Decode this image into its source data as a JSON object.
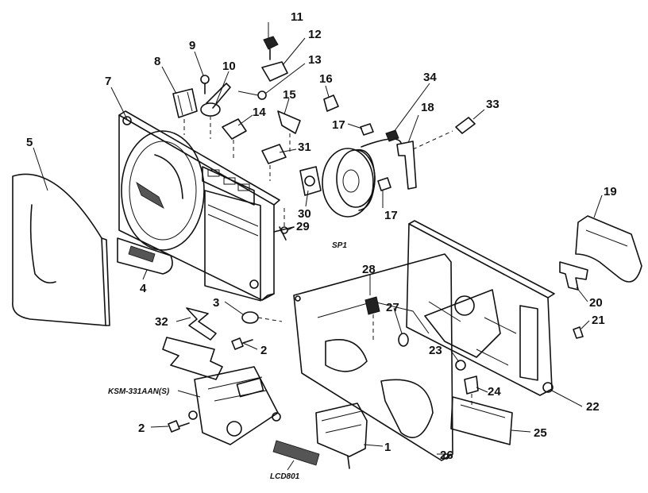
{
  "diagram": {
    "callouts": [
      {
        "id": "n1",
        "label": "1"
      },
      {
        "id": "n2a",
        "label": "2"
      },
      {
        "id": "n2b",
        "label": "2"
      },
      {
        "id": "n3",
        "label": "3"
      },
      {
        "id": "n4",
        "label": "4"
      },
      {
        "id": "n5",
        "label": "5"
      },
      {
        "id": "n7",
        "label": "7"
      },
      {
        "id": "n8",
        "label": "8"
      },
      {
        "id": "n9",
        "label": "9"
      },
      {
        "id": "n10",
        "label": "10"
      },
      {
        "id": "n11",
        "label": "11"
      },
      {
        "id": "n12",
        "label": "12"
      },
      {
        "id": "n13",
        "label": "13"
      },
      {
        "id": "n14",
        "label": "14"
      },
      {
        "id": "n15",
        "label": "15"
      },
      {
        "id": "n16",
        "label": "16"
      },
      {
        "id": "n17a",
        "label": "17"
      },
      {
        "id": "n17b",
        "label": "17"
      },
      {
        "id": "n18",
        "label": "18"
      },
      {
        "id": "n19",
        "label": "19"
      },
      {
        "id": "n20",
        "label": "20"
      },
      {
        "id": "n21",
        "label": "21"
      },
      {
        "id": "n22",
        "label": "22"
      },
      {
        "id": "n23",
        "label": "23"
      },
      {
        "id": "n24",
        "label": "24"
      },
      {
        "id": "n25",
        "label": "25"
      },
      {
        "id": "n26",
        "label": "26"
      },
      {
        "id": "n27",
        "label": "27"
      },
      {
        "id": "n28",
        "label": "28"
      },
      {
        "id": "n29",
        "label": "29"
      },
      {
        "id": "n30",
        "label": "30"
      },
      {
        "id": "n31",
        "label": "31"
      },
      {
        "id": "n32",
        "label": "32"
      },
      {
        "id": "n33",
        "label": "33"
      },
      {
        "id": "n34",
        "label": "34"
      }
    ],
    "references": {
      "sp1": "SP1",
      "ksm": "KSM-331AAN(S)",
      "lcd": "LCD801"
    }
  }
}
